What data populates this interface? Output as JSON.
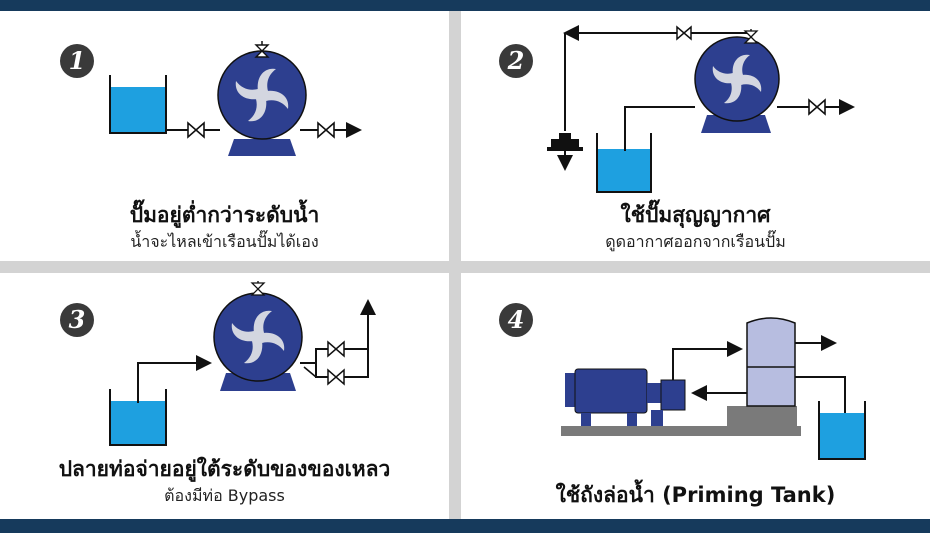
{
  "panels": [
    {
      "number": "1",
      "title": "ปั๊มอยู่ต่ำกว่าระดับน้ำ",
      "subtitle": "น้ำจะไหลเข้าเรือนปั๊มได้เอง"
    },
    {
      "number": "2",
      "title": "ใช้ปั๊มสุญญากาศ",
      "subtitle": "ดูดอากาศออกจากเรือนปั๊ม"
    },
    {
      "number": "3",
      "title": "ปลายท่อจ่ายอยู่ใต้ระดับของของเหลว",
      "subtitle": "ต้องมีท่อ Bypass"
    },
    {
      "number": "4",
      "title": "ใช้ถังล่อน้ำ (Priming Tank)",
      "subtitle": ""
    }
  ],
  "colors": {
    "header_band": "#163a5c",
    "pump_blue": "#2d3f8f",
    "water_blue": "#1ea0e0",
    "tank_lavender": "#b7bde0",
    "base_gray": "#7a7a7a"
  }
}
